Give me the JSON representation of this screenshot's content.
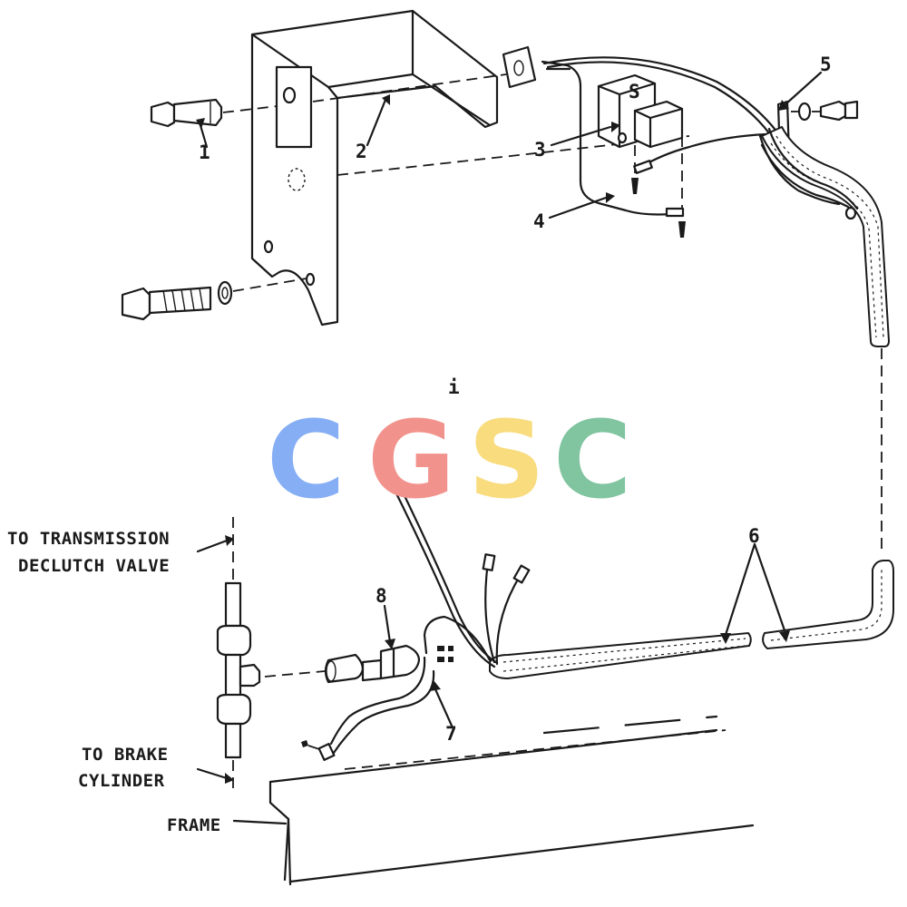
{
  "diagram": {
    "callouts": {
      "c1": "1",
      "c2": "2",
      "c3": "3",
      "c4": "4",
      "c5": "5",
      "c6": "6",
      "c7": "7",
      "c8": "8"
    },
    "labels": {
      "transmission_line1": "TO TRANSMISSION",
      "transmission_line2": "DECLUTCH VALVE",
      "brake_line1": "TO BRAKE",
      "brake_line2": "CYLINDER",
      "frame": "FRAME",
      "mark_i": "i"
    },
    "watermark": {
      "letters": [
        "C",
        "G",
        "S",
        "C"
      ],
      "colors": [
        "#86aef5",
        "#f2928c",
        "#f8dc7e",
        "#80c4a0"
      ]
    }
  }
}
